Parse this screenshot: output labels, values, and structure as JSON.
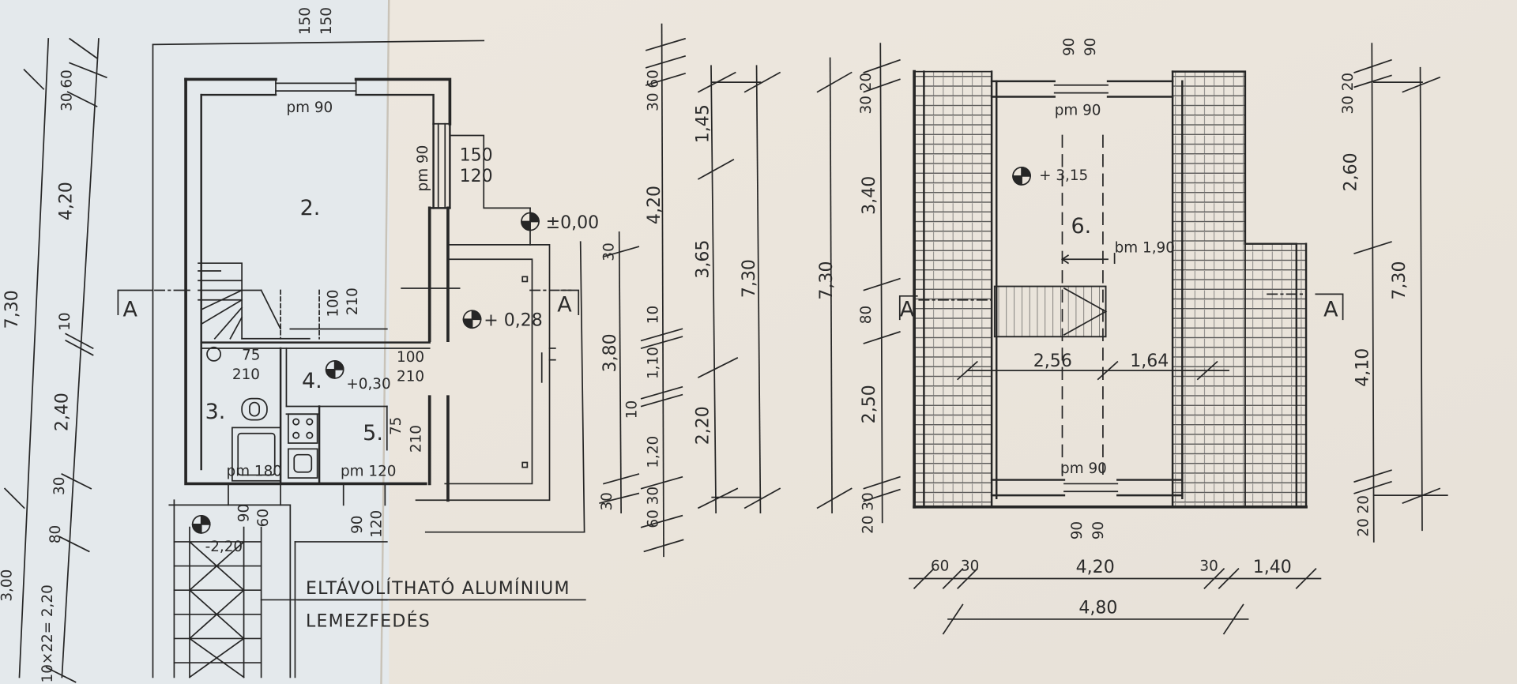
{
  "rooms": {
    "r2": "2.",
    "r3": "3.",
    "r4": "4.",
    "r5": "5.",
    "r6": "6.",
    "section_left": "A",
    "section_mid": "A",
    "section_r1": "A",
    "section_r2": "A"
  },
  "elevations": {
    "e0": "±0,00",
    "e028": "+ 0,28",
    "e030": "+0,30",
    "e220": "-2,20",
    "e315": "+ 3,15"
  },
  "openings": {
    "pm90_top": "pm 90",
    "pm90_side": "pm 90",
    "w150": "150",
    "w120": "120",
    "d100": "100",
    "d210a": "210",
    "d75": "75",
    "d210b": "210",
    "d100b": "100",
    "d210c": "210",
    "d75b": "75",
    "d210d": "210",
    "pm180": "pm 180",
    "pm120": "pm 120",
    "n90a": "90",
    "n60": "60",
    "n90b": "90",
    "n120b": "120",
    "top150a": "150",
    "top150b": "150",
    "pm90_attic_top": "pm 90",
    "bm190": "bm 1,90",
    "pm90_attic_bot": "pm 90",
    "r90a": "90",
    "r90b": "90",
    "r90c": "90",
    "r90d": "90"
  },
  "dims": {
    "l730": "7,30",
    "l420": "4,20",
    "l10": "10",
    "l240": "2,40",
    "l30": "30",
    "l80": "80",
    "l3060": "30 60",
    "stair": "10×22= 2,20",
    "l300": "3,00",
    "m3060": "30 60",
    "m420": "4,20",
    "m30": "30",
    "m380": "3,80",
    "m10": "10",
    "m10b": "10",
    "m110": "1,10",
    "m120": "1,20",
    "m6030": "60 30",
    "m30b": "30",
    "n145": "1,45",
    "n365": "3,65",
    "n220": "2,20",
    "n730": "7,30",
    "p730": "7,30",
    "q3020": "30 20",
    "q340": "3,40",
    "q80": "80",
    "q250": "2,50",
    "q2030": "20 30",
    "s3020": "30 20",
    "s260": "2,60",
    "s730": "7,30",
    "s410": "4,10",
    "s2020": "20 20",
    "h60": "60",
    "h30": "30",
    "h420": "4,20",
    "h30b": "30",
    "h140": "1,40",
    "h480": "4,80",
    "h256": "2,56",
    "h164": "1,64"
  },
  "notes": {
    "line1": "ELTÁVOLÍTHATÓ  ALUMÍNIUM",
    "line2": "LEMEZFEDÉS"
  }
}
